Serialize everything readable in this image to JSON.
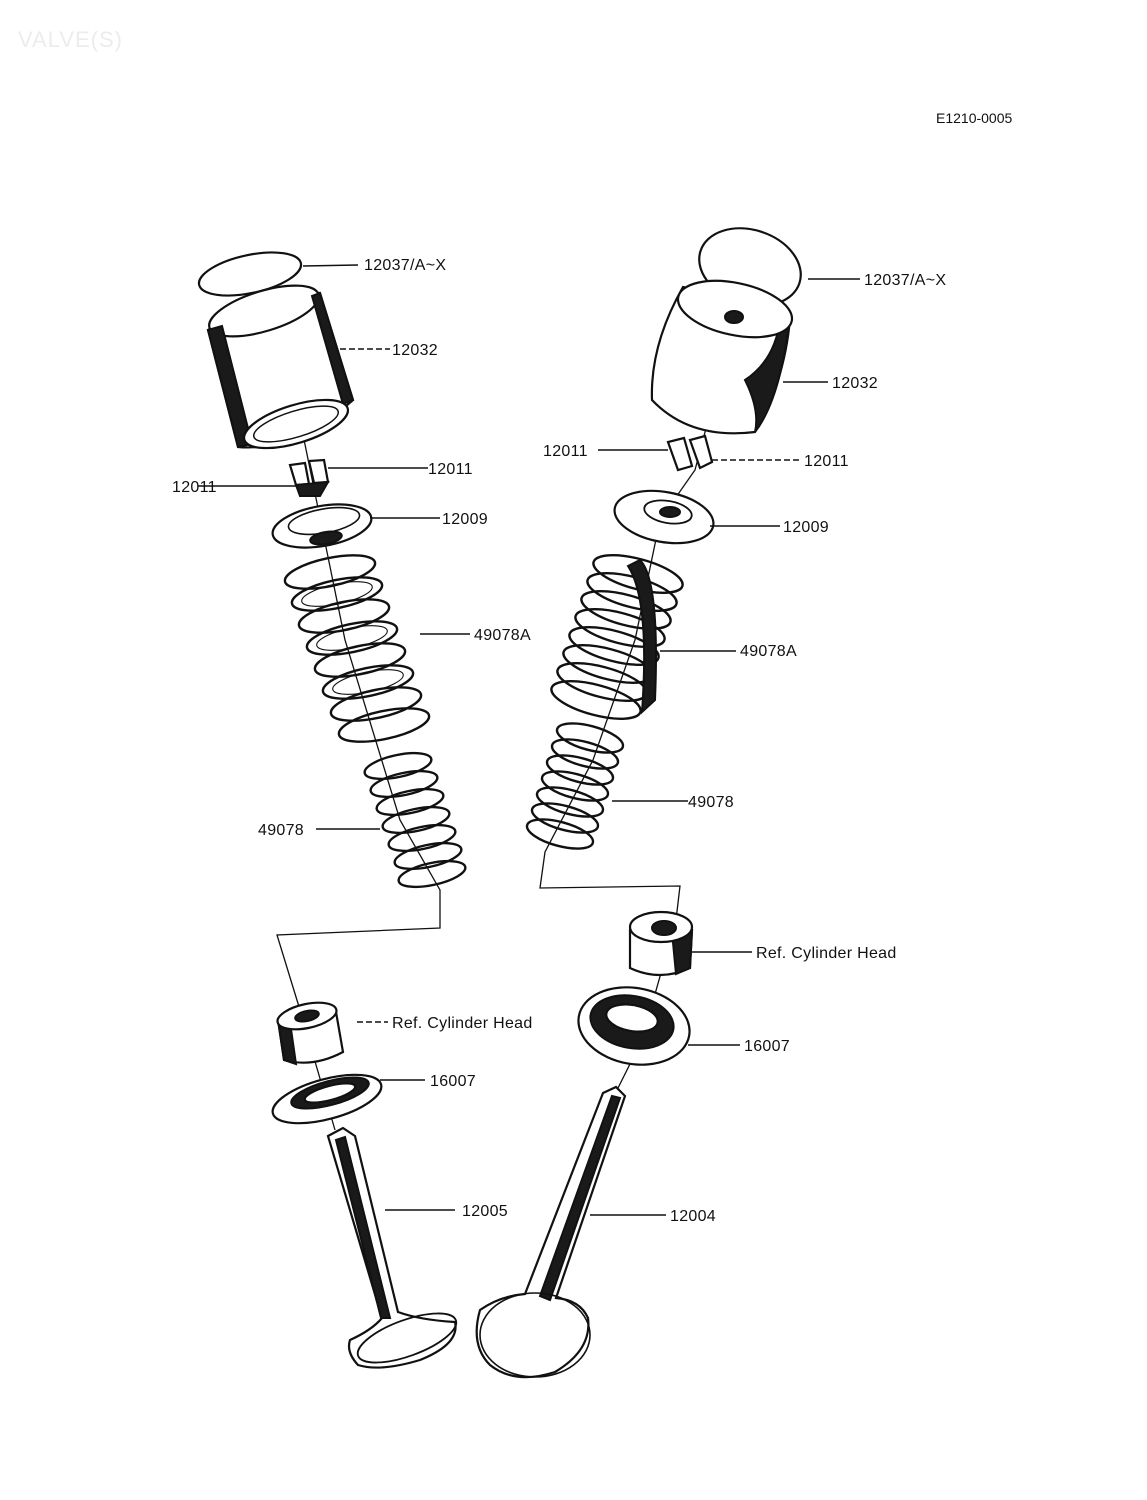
{
  "header": {
    "watermark": "VALVE(S)",
    "figure_code": "E1210-0005"
  },
  "callouts": {
    "left": {
      "shim": "12037/A~X",
      "tappet": "12032",
      "keeper_right": "12011",
      "keeper_left": "12011",
      "retainer": "12009",
      "outer_spring": "49078A",
      "inner_spring": "49078",
      "cylinder_head_ref": "Ref. Cylinder Head",
      "seat": "16007",
      "valve": "12005"
    },
    "right": {
      "shim": "12037/A~X",
      "tappet": "12032",
      "keeper_left": "12011",
      "keeper_right": "12011",
      "retainer": "12009",
      "outer_spring": "49078A",
      "inner_spring": "49078",
      "cylinder_head_ref": "Ref. Cylinder Head",
      "seat": "16007",
      "valve": "12004"
    }
  }
}
